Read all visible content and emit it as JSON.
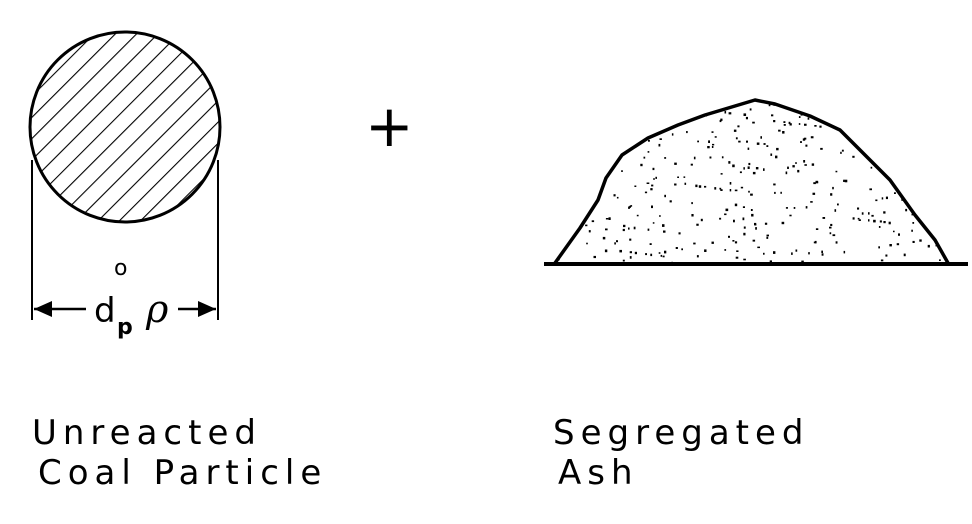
{
  "particle": {
    "dimension": {
      "symbol": "d",
      "superscript": "o",
      "subscript": "p",
      "greek": "ρ"
    },
    "label_line1": "Unreacted",
    "label_line2": "Coal Particle"
  },
  "operator": "+",
  "ash": {
    "label_line1": "Segregated",
    "label_line2": "Ash"
  }
}
